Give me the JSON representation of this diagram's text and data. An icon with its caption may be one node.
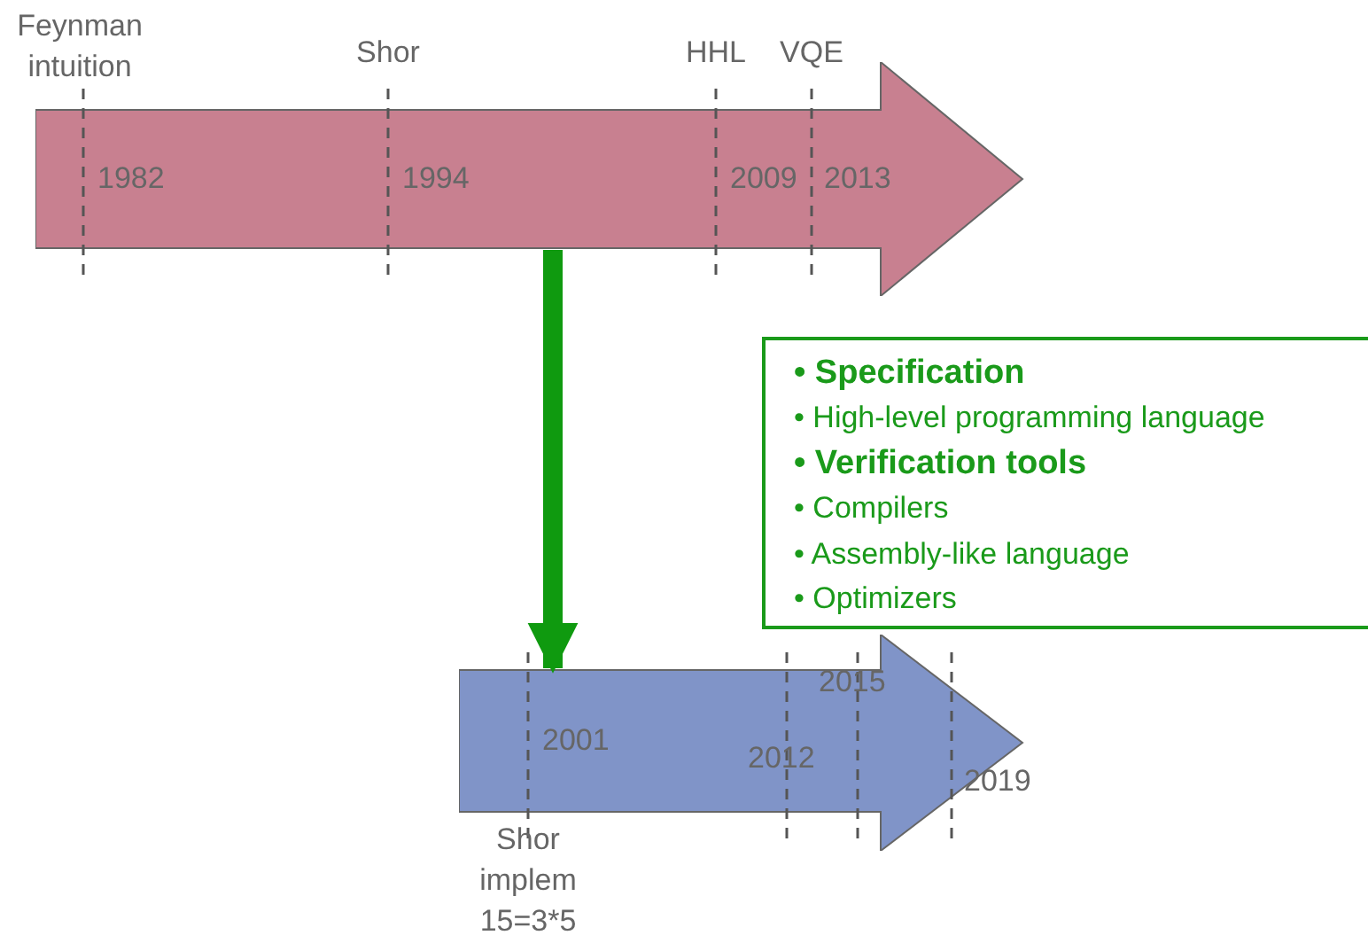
{
  "diagram": {
    "nodes": [
      {
        "text": [
          "1982",
          "1994",
          "2009",
          "2013"
        ]
      },
      {
        "text": [
          "2001",
          "2012",
          "2015",
          "2019"
        ]
      },
      {
        "text": [
          "• Specification",
          "• High-level programming language",
          "• Verification tools",
          "• Compilers",
          "• Assembly-like language",
          "• Optimizers"
        ]
      }
    ],
    "edges": [
      {
        "from": 0,
        "to": 1,
        "arrow": "to"
      }
    ],
    "labels": [
      "Feynman intuition",
      "Shor",
      "HHL",
      "VQE",
      "Shor implem 15=3*5"
    ]
  }
}
